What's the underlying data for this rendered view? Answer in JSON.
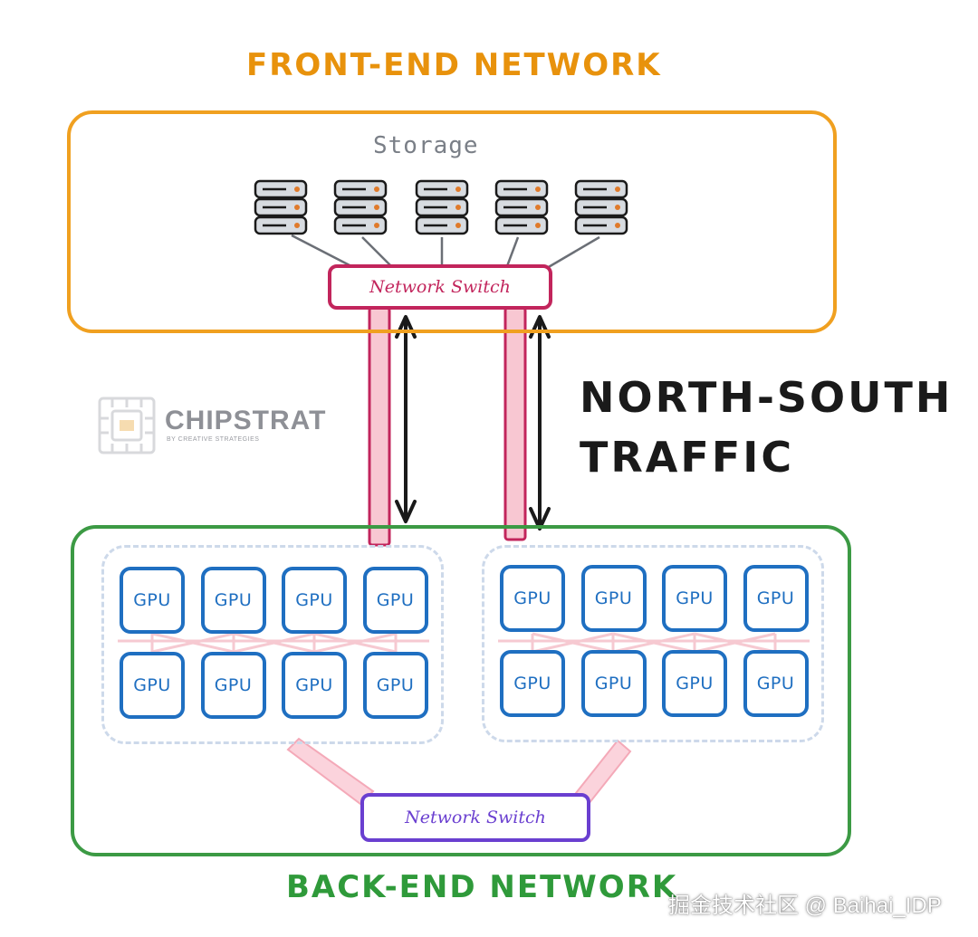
{
  "front_end": {
    "title": "FRONT-END NETWORK",
    "storage_label": "Storage",
    "switch_label": "Network Switch",
    "server_count": 5
  },
  "back_end": {
    "title": "BACK-END NETWORK",
    "switch_label": "Network Switch"
  },
  "pods": [
    {
      "gpus": [
        "GPU",
        "GPU",
        "GPU",
        "GPU",
        "GPU",
        "GPU",
        "GPU",
        "GPU"
      ]
    },
    {
      "gpus": [
        "GPU",
        "GPU",
        "GPU",
        "GPU",
        "GPU",
        "GPU",
        "GPU",
        "GPU"
      ]
    }
  ],
  "traffic_label": {
    "line1": "NORTH-SOUTH",
    "line2": "TRAFFIC"
  },
  "logo": {
    "name": "CHIPSTRAT",
    "tagline": "BY CREATIVE STRATEGIES"
  },
  "watermark": "掘金技术社区 @ Baihai_IDP",
  "colors": {
    "front_end": "#f0a020",
    "back_end": "#3c9a44",
    "top_switch": "#c2255c",
    "bottom_switch": "#6a3fd0",
    "gpu": "#1f6fc1",
    "uplink": "#f6b3c6"
  }
}
